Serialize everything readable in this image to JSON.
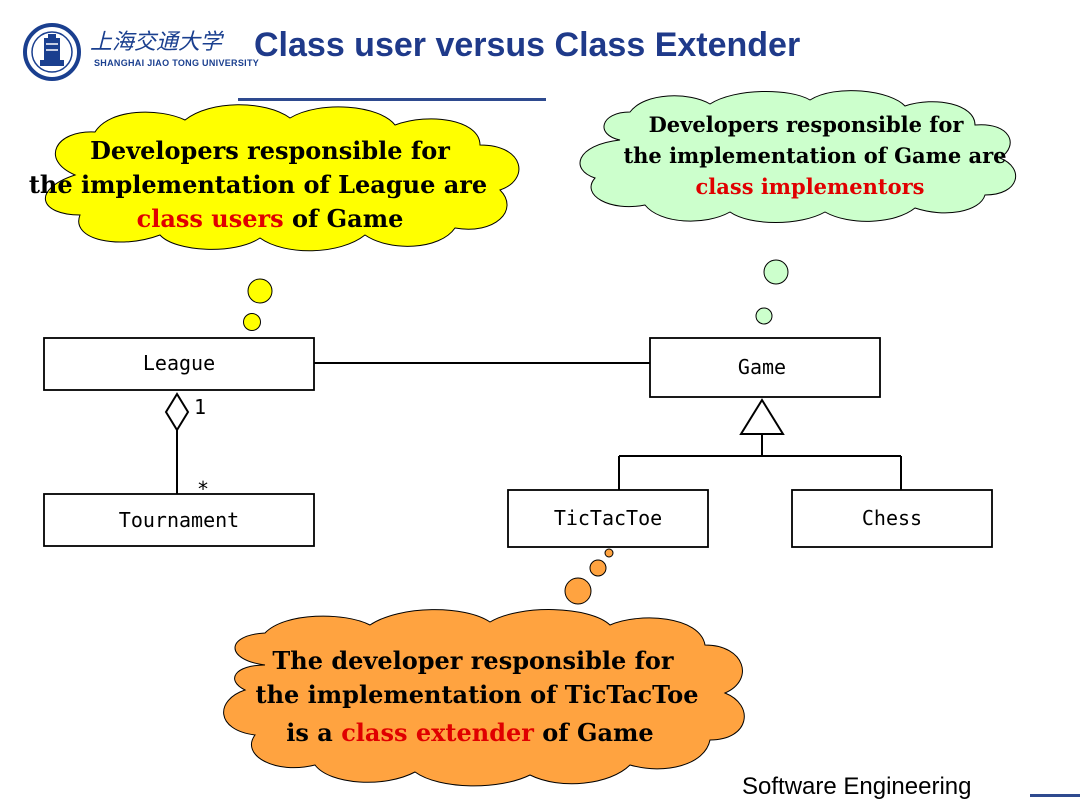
{
  "header": {
    "logo_cn": "上海交通大学",
    "logo_en": "SHANGHAI JIAO TONG UNIVERSITY",
    "title": "Class user versus Class Extender"
  },
  "diagram": {
    "classes": {
      "league": "League",
      "tournament": "Tournament",
      "game": "Game",
      "tictactoe": "TicTacToe",
      "chess": "Chess"
    },
    "multiplicity": {
      "one": "1",
      "many": "*"
    }
  },
  "clouds": {
    "users": {
      "line1": "Developers responsible for",
      "line2": "the implementation of League are",
      "highlight": "class users",
      "rest": " of Game",
      "fill": "#ffff00"
    },
    "implementors": {
      "line1": "Developers responsible for",
      "line2": "the implementation  of Game are",
      "highlight": "class implementors",
      "fill": "#ccffcc"
    },
    "extender": {
      "line1": "The developer responsible for",
      "line2": "the implementation of  TicTacToe",
      "prefix": "is a ",
      "highlight": "class extender",
      "rest": " of Game",
      "fill": "#ffa340"
    },
    "highlight_color": "#e00000"
  },
  "footer": {
    "label": "Software Engineering"
  }
}
